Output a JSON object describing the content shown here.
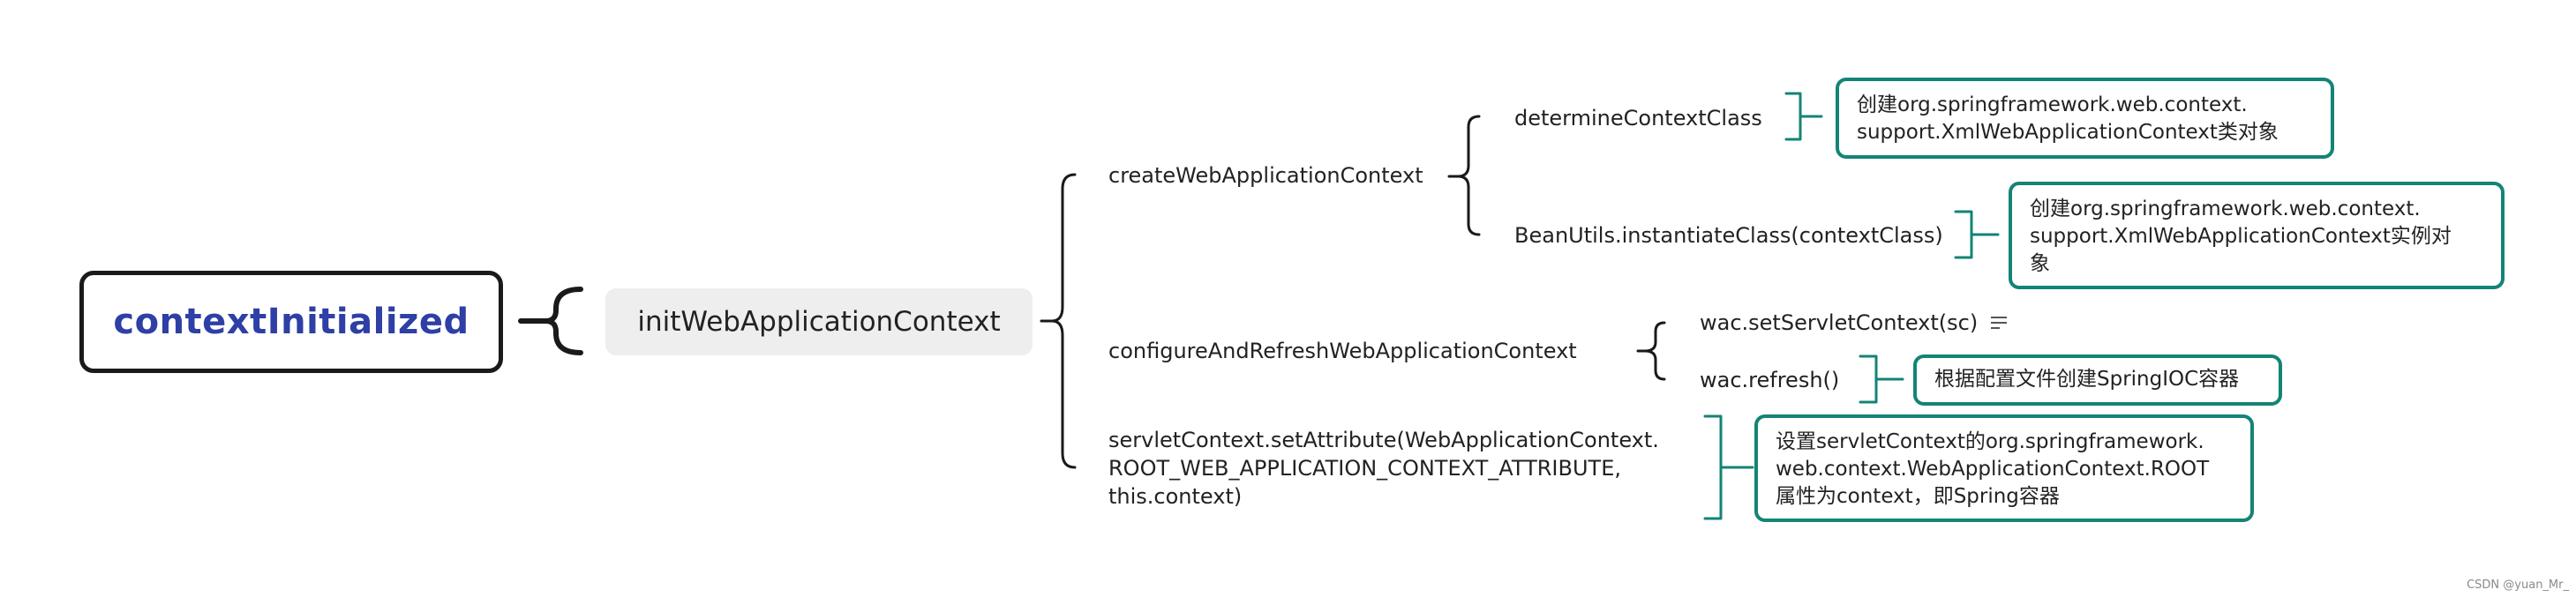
{
  "root": {
    "label": "contextInitialized"
  },
  "level1": {
    "label": "initWebApplicationContext"
  },
  "create_web_app_context": {
    "label": "createWebApplicationContext",
    "children": [
      {
        "label": "determineContextClass",
        "note": [
          "创建org.springframework.web.context.",
          "support.XmlWebApplicationContext类对象"
        ]
      },
      {
        "label": "BeanUtils.instantiateClass(contextClass)",
        "note": [
          "创建org.springframework.web.context.",
          "support.XmlWebApplicationContext实例对",
          "象"
        ]
      }
    ]
  },
  "configure_refresh": {
    "label": "configureAndRefreshWebApplicationContext",
    "children": [
      {
        "label": "wac.setServletContext(sc)",
        "icon": "notes-icon"
      },
      {
        "label": "wac.refresh()",
        "note": [
          "根据配置文件创建SpringIOC容器"
        ]
      }
    ]
  },
  "set_attribute": {
    "label_lines": [
      "servletContext.setAttribute(WebApplicationContext.",
      "ROOT_WEB_APPLICATION_CONTEXT_ATTRIBUTE,",
      "this.context)"
    ],
    "note": [
      "设置servletContext的org.springframework.",
      "web.context.WebApplicationContext.ROOT",
      "属性为context，即Spring容器"
    ]
  },
  "colors": {
    "root_text": "#2e3fa5",
    "root_border": "#1a1a1a",
    "level1_bg": "#eeeeee",
    "connector": "#1a1a1a",
    "note_accent": "#138476",
    "watermark": "#8a8a8a"
  },
  "watermark": "CSDN @yuan_Mr_"
}
